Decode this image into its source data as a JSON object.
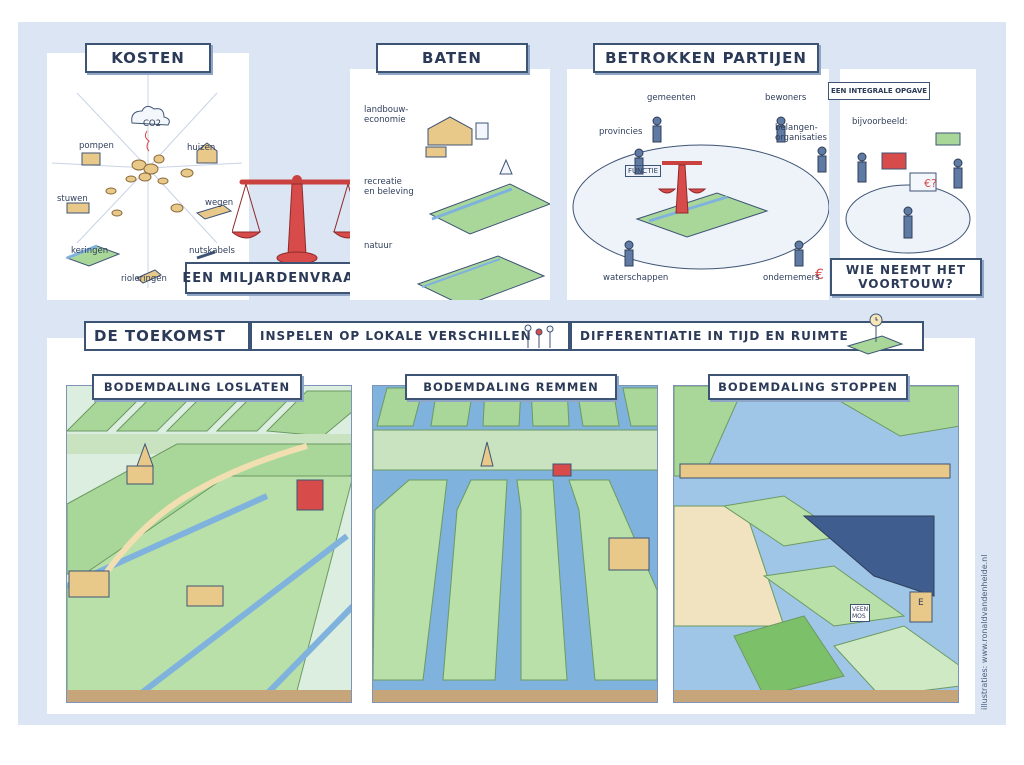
{
  "top": {
    "kosten": {
      "title": "KOSTEN",
      "items": [
        "CO2",
        "pompen",
        "huizen",
        "stuwen",
        "wegen",
        "keringen",
        "nutskabels",
        "rioleringen"
      ],
      "callout": "EEN MILJARDENVRAAGSTUK!"
    },
    "baten": {
      "title": "BATEN",
      "items": [
        "landbouw-\neconomie",
        "recreatie\nen beleving",
        "natuur"
      ]
    },
    "partijen": {
      "title": "BETROKKEN PARTIJEN",
      "items": [
        "gemeenten",
        "bewoners",
        "provincies",
        "belangen-\norganisaties",
        "waterschappen",
        "ondernemers"
      ],
      "sign": "FUNCTIE"
    },
    "opgave": {
      "header": "EEN INTEGRALE OPGAVE",
      "example": "bijvoorbeeld:",
      "question": "WIE NEEMT HET\nVOORTOUW?"
    }
  },
  "toekomst": {
    "title": "DE TOEKOMST",
    "step1": "INSPELEN OP LOKALE VERSCHILLEN",
    "step2": "DIFFERENTIATIE IN TIJD EN RUIMTE",
    "scenarios": [
      {
        "title": "BODEMDALING LOSLATEN"
      },
      {
        "title": "BODEMDALING REMMEN"
      },
      {
        "title": "BODEMDALING STOPPEN",
        "sign1": "VEEN\nMOS",
        "sign2": "E"
      }
    ]
  },
  "credit": "illustraties: www.ronaldvandenheide.nl",
  "colors": {
    "background": "#dbe5f3",
    "ink": "#3e5474",
    "red": "#d84b4b",
    "grass": "#a9d79a",
    "water": "#7fb2dc"
  }
}
